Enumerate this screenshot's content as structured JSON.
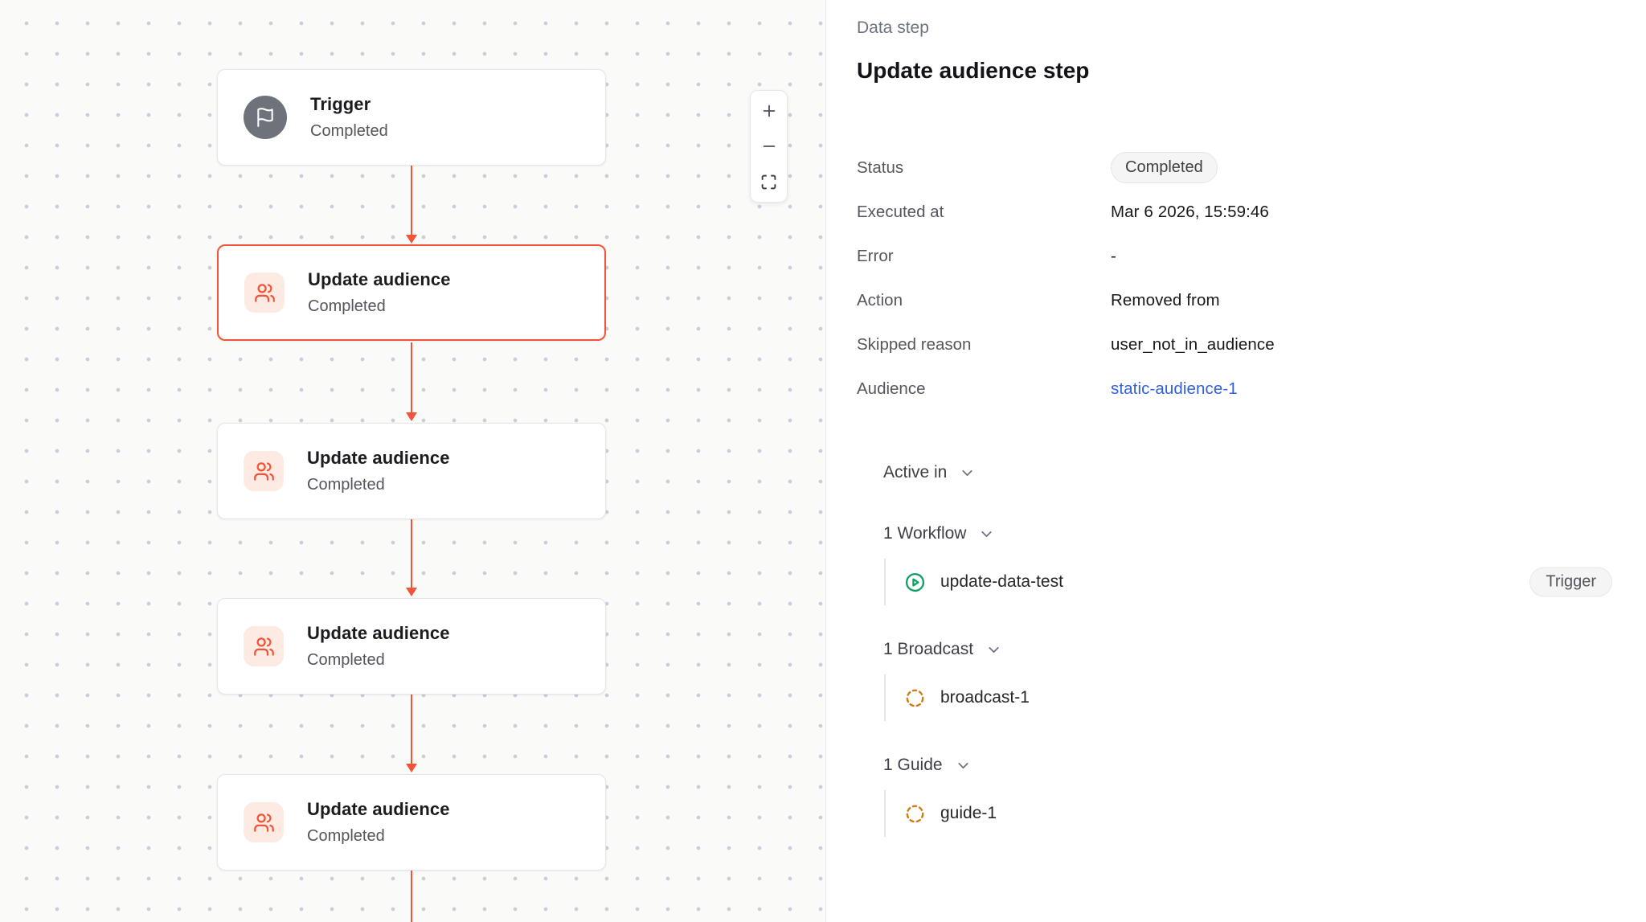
{
  "canvas": {
    "nodes": [
      {
        "title": "Trigger",
        "status": "Completed",
        "icon": "flag-icon",
        "selected": false
      },
      {
        "title": "Update audience",
        "status": "Completed",
        "icon": "users-icon",
        "selected": true
      },
      {
        "title": "Update audience",
        "status": "Completed",
        "icon": "users-icon",
        "selected": false
      },
      {
        "title": "Update audience",
        "status": "Completed",
        "icon": "users-icon",
        "selected": false
      },
      {
        "title": "Update audience",
        "status": "Completed",
        "icon": "users-icon",
        "selected": false
      }
    ],
    "zoom_controls": {
      "zoom_in": "+",
      "zoom_out": "−",
      "fit_view": "fit"
    },
    "colors": {
      "edge": "#f25339",
      "selected_border": "#f25339",
      "node_icon_bg": "#fdeae2",
      "trigger_circle": "#6e727b",
      "canvas_bg": "#fafaf8",
      "dot": "#cbccd5"
    }
  },
  "panel": {
    "eyebrow": "Data step",
    "title": "Update audience step",
    "fields": [
      {
        "label": "Status",
        "value": "Completed",
        "type": "badge"
      },
      {
        "label": "Executed at",
        "value": "Mar 6 2026, 15:59:46",
        "type": "text"
      },
      {
        "label": "Error",
        "value": "-",
        "type": "text"
      },
      {
        "label": "Action",
        "value": "Removed from",
        "type": "text"
      },
      {
        "label": "Skipped reason",
        "value": "user_not_in_audience",
        "type": "text"
      },
      {
        "label": "Audience",
        "value": "static-audience-1",
        "type": "link",
        "link_color": "#3060e0"
      }
    ],
    "active_in": {
      "label": "Active in",
      "groups": [
        {
          "label": "1 Workflow",
          "items": [
            {
              "name": "update-data-test",
              "icon": "play-circle-icon",
              "icon_color": "#0e9f62",
              "badge": "Trigger"
            }
          ]
        },
        {
          "label": "1 Broadcast",
          "items": [
            {
              "name": "broadcast-1",
              "icon": "dashed-circle-icon",
              "icon_color": "#cf7a12"
            }
          ]
        },
        {
          "label": "1 Guide",
          "items": [
            {
              "name": "guide-1",
              "icon": "dashed-circle-icon",
              "icon_color": "#cf7a12"
            }
          ]
        }
      ]
    }
  }
}
